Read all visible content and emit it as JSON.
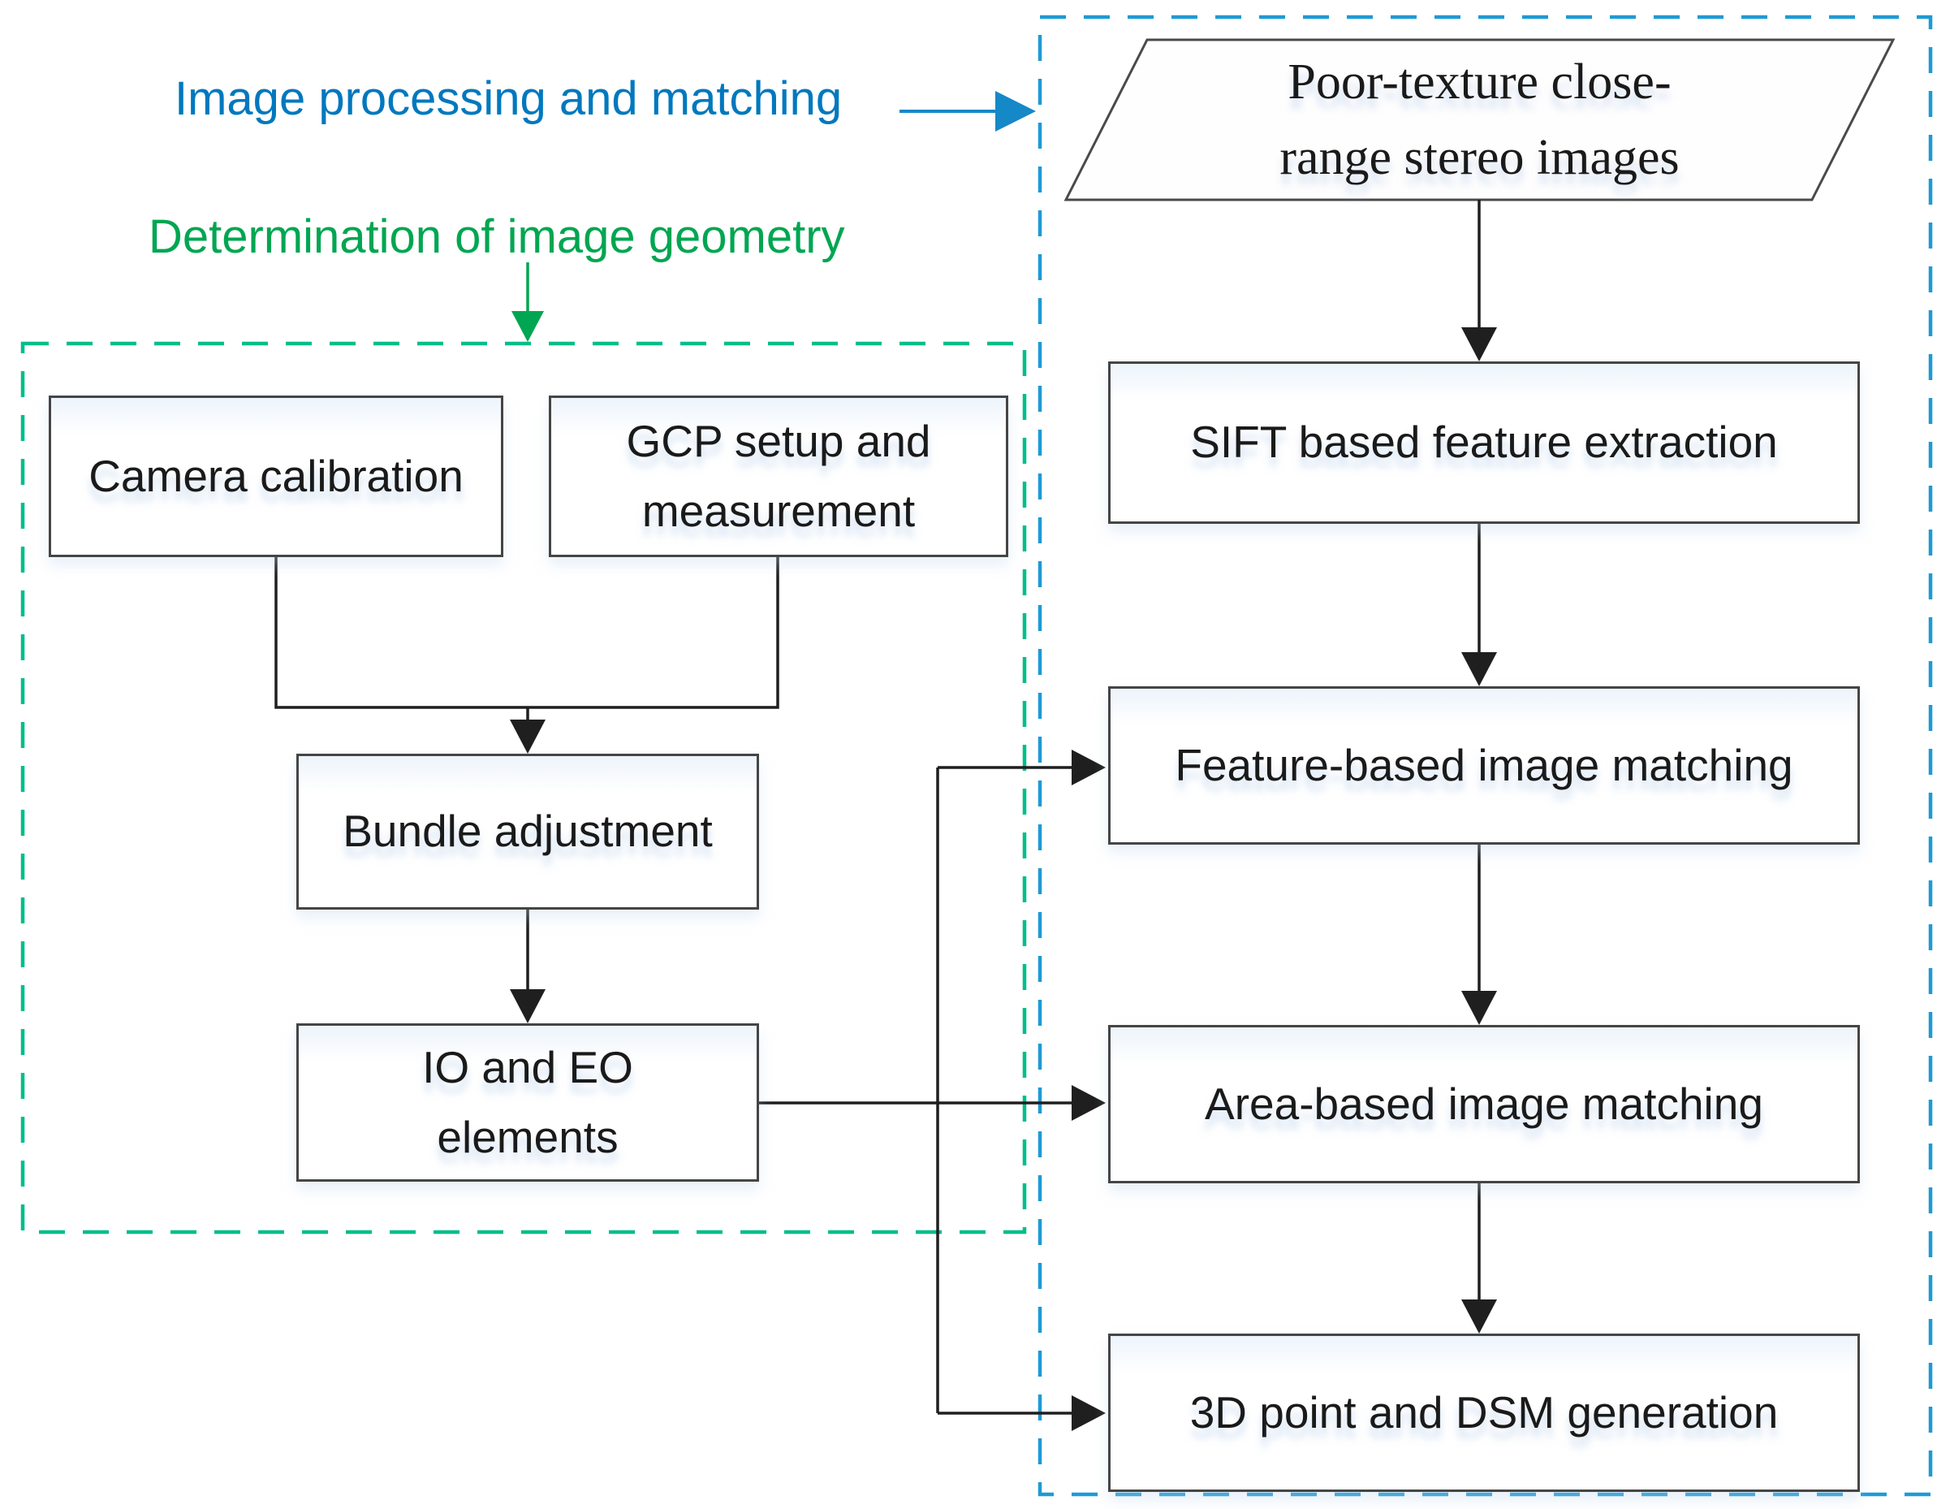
{
  "colors": {
    "label_blue": "#0078BE",
    "dash_blue": "#1E9AD6",
    "arrow_blue": "#1588C8",
    "label_green": "#00A651",
    "dash_green": "#00BE8A",
    "box_border": "#454545",
    "line_black": "#1f1f1f",
    "text": "#1a1a1a"
  },
  "annotations": {
    "image_processing_label": "Image processing and matching",
    "geometry_label": "Determination of image geometry"
  },
  "geometry_group": {
    "camera_calibration": "Camera calibration",
    "gcp_setup": [
      "GCP setup and",
      "measurement"
    ],
    "bundle_adjustment": "Bundle adjustment",
    "io_eo_elements": [
      "IO and EO",
      "elements"
    ]
  },
  "matching_group": {
    "stereo_images_input": [
      "Poor-texture close-",
      "range stereo images"
    ],
    "sift_extraction": "SIFT based feature extraction",
    "feature_matching": "Feature-based image matching",
    "area_matching": "Area-based image matching",
    "dsm_generation": "3D point and DSM generation"
  }
}
